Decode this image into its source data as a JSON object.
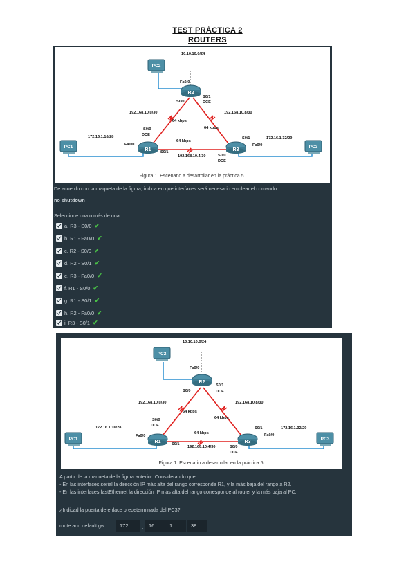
{
  "header": {
    "title": "TEST PRÁCTICA 2",
    "subtitle": "ROUTERS"
  },
  "figure": {
    "caption": "Figura 1. Escenario a desarrollar en la práctica 5.",
    "pcs": [
      "PC2",
      "PC1",
      "PC3"
    ],
    "routers": [
      "R2",
      "R1",
      "R3"
    ],
    "labels": {
      "net_top": "10.10.10.0/24",
      "r2_fa00": "Fa0/0",
      "r2_s00": "S0/0",
      "r2_s01": "S0/1",
      "dce": "DCE",
      "net_left_link": "192.168.10.0/30",
      "net_right_link": "192.168.10.8/30",
      "kbps": "64 kbps",
      "r1_s00": "S0/0",
      "r1_fa00": "Fa0/0",
      "r1_s01": "S0/1",
      "r1_lan": "172.16.1.16/28",
      "r3_s01": "S0/1",
      "r3_fa00": "Fa0/0",
      "r3_s00": "S0/0",
      "r3_lan": "172.16.1.32/29",
      "net_bottom_link": "192.168.10.4/30"
    }
  },
  "q1": {
    "intro": "De acuerdo con la maqueta de la figura, indica en que interfaces será necesario emplear el comando:",
    "command": "no shutdown",
    "instruction": "Seleccione una o más de una:",
    "options": [
      "a. R3 - S0/0",
      "b. R1 - Fa0/0",
      "c. R2 - S0/0",
      "d. R2 - S0/1",
      "e. R3 - Fa0/0",
      "f. R1 - S0/0",
      "g. R1 - S0/1",
      "h. R2 - Fa0/0",
      "i. R3 - S0/1"
    ],
    "check_mark": "✔"
  },
  "q2": {
    "line1": "A partir de la maqueta de la figura anterior. Considerando que:",
    "line2": "- En las interfaces serial la dirección IP más alta del rango corresponde R1, y la más baja del rango a R2.",
    "line3": "- En las interfaces fastEthernet la dirección IP más alta del rango corresponde al router y la más baja al PC.",
    "question": "¿Indicad la puerta de enlace predeterminada del PC3?",
    "command_prefix": "route add default gw",
    "ip": [
      "172",
      "16",
      "1",
      "38"
    ],
    "separator": "."
  },
  "colors": {
    "panel": "#26343d",
    "check": "#49c146",
    "link": "#e0211f",
    "cable": "#2a8fd0"
  }
}
